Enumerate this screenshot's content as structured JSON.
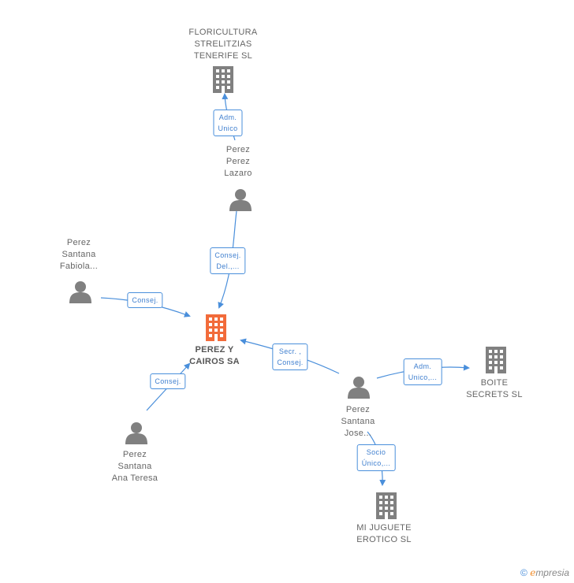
{
  "colors": {
    "edge": "#4a8fdb",
    "main_company": "#f26b3a",
    "company": "#808080",
    "person": "#808080"
  },
  "nodes": {
    "floricultura": {
      "label": "FLORICULTURA\nSTRELITZIAS\nTENERIFE  SL",
      "icon": "building-icon"
    },
    "perez_lazaro": {
      "label": "Perez\nPerez\nLazaro",
      "icon": "person-icon"
    },
    "perez_fabiola": {
      "label": "Perez\nSantana\nFabiola...",
      "icon": "person-icon"
    },
    "perez_y_cairos": {
      "label": "PEREZ Y\nCAIROS SA",
      "icon": "building-icon"
    },
    "perez_jose": {
      "label": "Perez\nSantana\nJose...",
      "icon": "person-icon"
    },
    "boite": {
      "label": "BOITE\nSECRETS  SL",
      "icon": "building-icon"
    },
    "perez_ana": {
      "label": "Perez\nSantana\nAna Teresa",
      "icon": "person-icon"
    },
    "mi_juguete": {
      "label": "MI JUGUETE\nEROTICO SL",
      "icon": "building-icon"
    }
  },
  "edges": {
    "lazaro_floricultura": "Adm.\nUnico",
    "lazaro_main": "Consej.\nDel.,...",
    "fabiola_main": "Consej.",
    "jose_main": "Secr. ,\nConsej.",
    "ana_main": "Consej.",
    "jose_boite": "Adm.\nUnico,...",
    "jose_juguete": "Socio\nÚnico,..."
  },
  "footer": {
    "copyright_symbol": "©",
    "brand_initial": "e",
    "brand_rest": "mpresia"
  }
}
